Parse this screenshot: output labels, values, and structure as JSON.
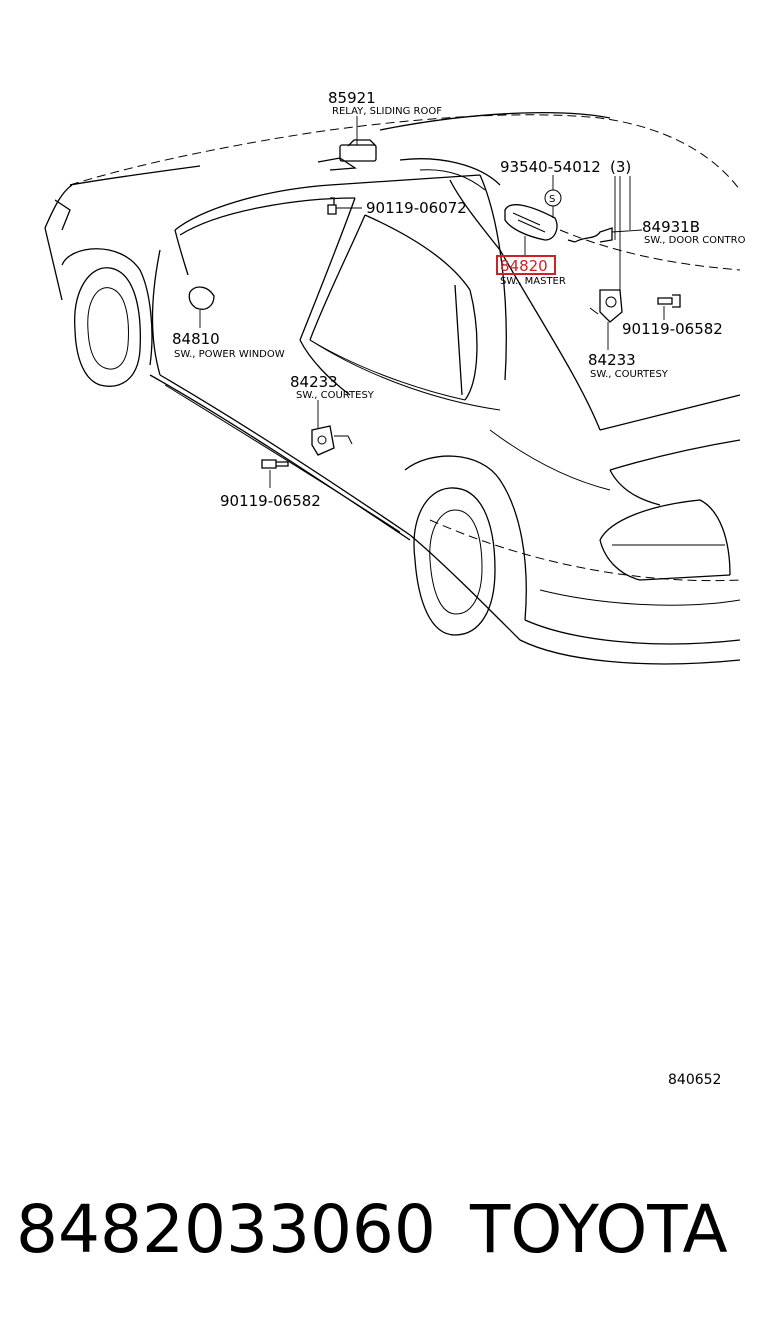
{
  "parts": {
    "relay_sliding_roof": {
      "number": "85921",
      "desc": "RELAY, SLIDING ROOF"
    },
    "bolt_upper": {
      "number": "90119-06072"
    },
    "screw_set": {
      "number": "93540-54012",
      "qty": "(3)"
    },
    "screw_symbol": {
      "label": "S"
    },
    "door_control": {
      "number": "84931B",
      "desc": "SW., DOOR CONTRO"
    },
    "master_switch": {
      "number": "84820",
      "desc": "SW., MASTER"
    },
    "bolt_rear": {
      "number": "90119-06582"
    },
    "courtesy_rear": {
      "number": "84233",
      "desc": "SW., COURTESY"
    },
    "power_window": {
      "number": "84810",
      "desc": "SW., POWER WINDOW"
    },
    "courtesy_front": {
      "number": "84233",
      "desc": "SW., COURTESY"
    },
    "bolt_front": {
      "number": "90119-06582"
    }
  },
  "figure_code": "840652",
  "footer": {
    "part_number": "8482033060",
    "brand": "TOYOTA"
  },
  "colors": {
    "highlight": "#cc2222",
    "ink": "#000000",
    "background": "#ffffff"
  }
}
